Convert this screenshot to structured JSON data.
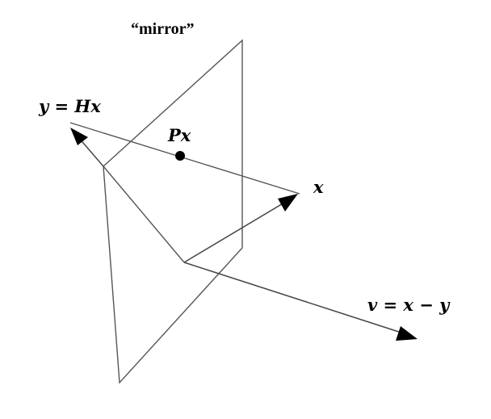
{
  "diagram": {
    "mirror_label": "“mirror”",
    "label_y": "y = Hx",
    "label_px": "Px",
    "label_x": "x",
    "label_v": "v = x − y"
  }
}
